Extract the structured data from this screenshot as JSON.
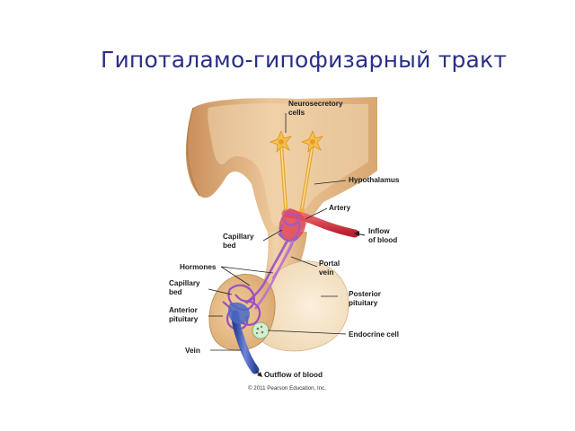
{
  "title": "Гипоталамо-гипофизарный тракт",
  "labels": {
    "neurosecretory_1": "Neurosecretory",
    "neurosecretory_2": "cells",
    "hypothalamus": "Hypothalamus",
    "artery": "Artery",
    "inflow_1": "Inflow",
    "inflow_2": "of blood",
    "capillary_bed_top_1": "Capillary",
    "capillary_bed_top_2": "bed",
    "hormones": "Hormones",
    "portal_vein_1": "Portal",
    "portal_vein_2": "vein",
    "capillary_bed_low_1": "Capillary",
    "capillary_bed_low_2": "bed",
    "posterior_1": "Posterior",
    "posterior_2": "pituitary",
    "anterior_1": "Anterior",
    "anterior_2": "pituitary",
    "endocrine": "Endocrine cell",
    "vein": "Vein",
    "outflow": "Outflow of blood"
  },
  "copyright": "© 2011 Pearson Education, Inc.",
  "colors": {
    "title": "#2b2f86",
    "tissue": "#e9c497",
    "tissue_dark": "#c98f5a",
    "posterior": "#f6e4c8",
    "artery": "#d8323f",
    "vein": "#3b59b7",
    "capillary": "#a25bc2",
    "neuron": "#f2b63c"
  }
}
